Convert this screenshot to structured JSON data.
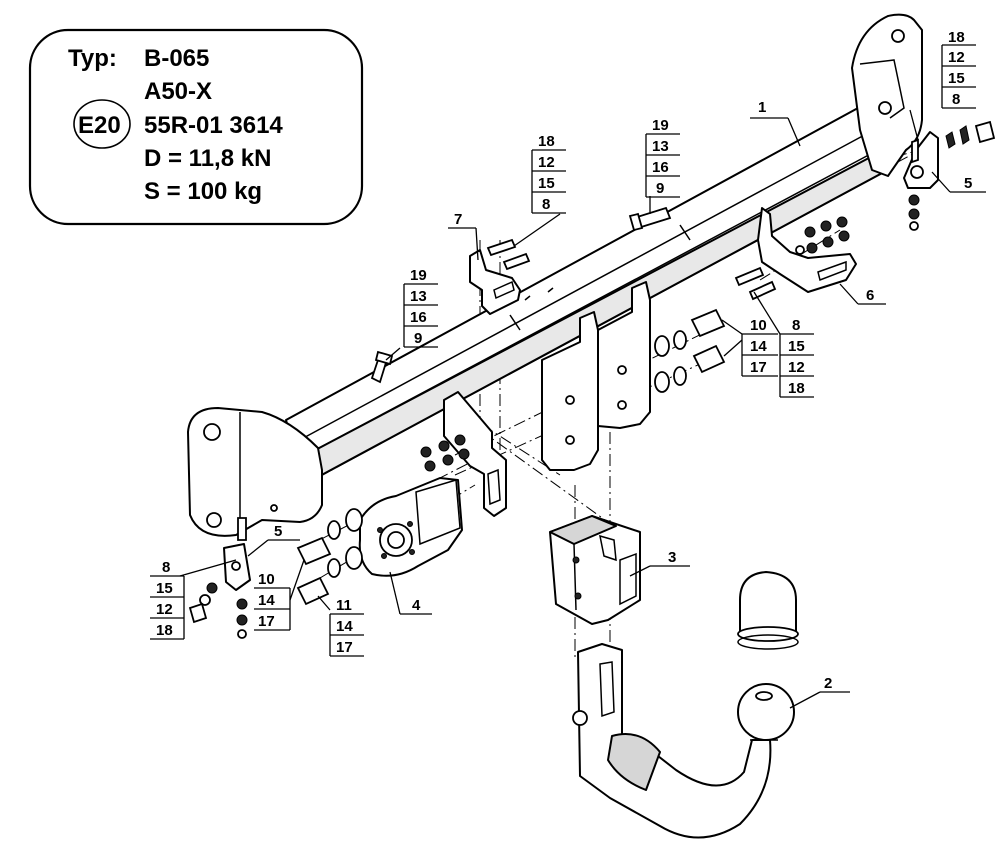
{
  "info_box": {
    "typ_label": "Typ:",
    "typ_value": "B-065",
    "model": "A50-X",
    "approval_badge": "E20",
    "approval_number": "55R-01 3614",
    "d_value": "D = 11,8 kN",
    "s_value": "S = 100 kg"
  },
  "callouts": {
    "part1": "1",
    "part2": "2",
    "part3": "3",
    "part4": "4",
    "part5_right": "5",
    "part5_left": "5",
    "part6": "6",
    "part7": "7",
    "stack_top_right": [
      "18",
      "12",
      "15",
      "8"
    ],
    "stack_center_top": [
      "19",
      "13",
      "16",
      "9"
    ],
    "stack_left_bracket": [
      "18",
      "12",
      "15",
      "8"
    ],
    "stack_left_bolt": [
      "19",
      "13",
      "16",
      "9"
    ],
    "stack_right_mid_a": [
      "10",
      "14",
      "17"
    ],
    "stack_right_mid_b": [
      "8",
      "15",
      "12",
      "18"
    ],
    "stack_bottom_left": [
      "8",
      "15",
      "12",
      "18"
    ],
    "stack_bottom_mid": [
      "10",
      "14",
      "17"
    ],
    "stack_bottom_mid2": [
      "11",
      "14",
      "17"
    ]
  }
}
